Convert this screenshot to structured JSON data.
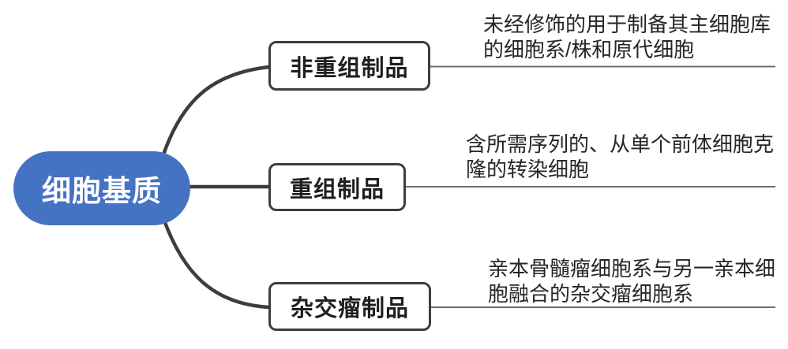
{
  "diagram": {
    "type": "mindmap",
    "root": {
      "label": "细胞基质"
    },
    "branches": [
      {
        "label": "非重组制品",
        "description": "未经修饰的用于制备其主细胞库\n的细胞系/株和原代细胞"
      },
      {
        "label": "重组制品",
        "description": "含所需序列的、从单个前体细胞克\n隆的转染细胞"
      },
      {
        "label": "杂交瘤制品",
        "description": "亲本骨髓瘤细胞系与另一亲本细\n胞融合的杂交瘤细胞系"
      }
    ],
    "colors": {
      "root_fill": "#4573C4",
      "root_text": "#FFFFFF",
      "branch_border": "#3D3D3D",
      "branch_text": "#1F1F1F",
      "description_text": "#262626",
      "connector_line": "#3D3D3D",
      "underline": "#6E6E6E",
      "background": "#FFFFFF"
    }
  }
}
